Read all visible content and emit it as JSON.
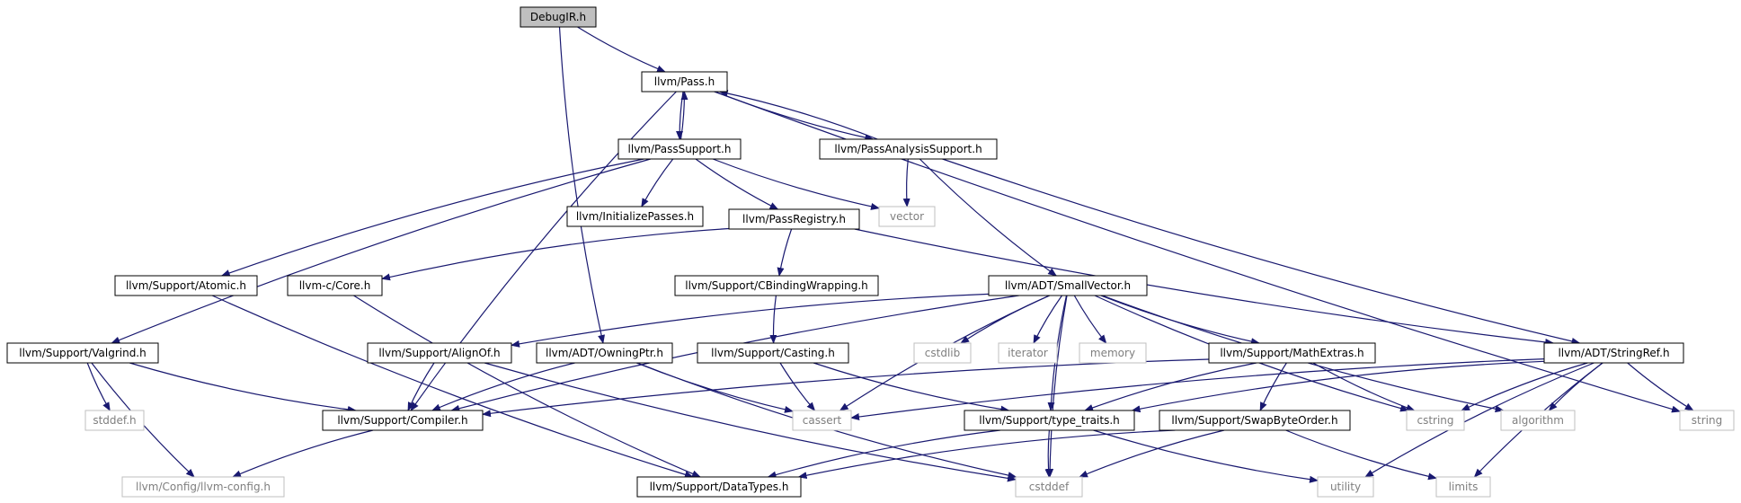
{
  "graph": {
    "edge_color": "#191970",
    "root_fill": "#bfbfbf",
    "node_stroke": "#000000",
    "external_stroke": "#bfbfbf",
    "external_text": "#7f7f7f",
    "nodes": [
      {
        "id": "debugir",
        "label": "DebugIR.h",
        "kind": "root"
      },
      {
        "id": "pass",
        "label": "llvm/Pass.h",
        "kind": "local"
      },
      {
        "id": "passsupport",
        "label": "llvm/PassSupport.h",
        "kind": "local"
      },
      {
        "id": "passanalysis",
        "label": "llvm/PassAnalysisSupport.h",
        "kind": "local"
      },
      {
        "id": "initpasses",
        "label": "llvm/InitializePasses.h",
        "kind": "local"
      },
      {
        "id": "vector",
        "label": "vector",
        "kind": "external"
      },
      {
        "id": "passregistry",
        "label": "llvm/PassRegistry.h",
        "kind": "local"
      },
      {
        "id": "atomic",
        "label": "llvm/Support/Atomic.h",
        "kind": "local"
      },
      {
        "id": "ccore",
        "label": "llvm-c/Core.h",
        "kind": "local"
      },
      {
        "id": "cbinding",
        "label": "llvm/Support/CBindingWrapping.h",
        "kind": "local"
      },
      {
        "id": "smallvector",
        "label": "llvm/ADT/SmallVector.h",
        "kind": "local"
      },
      {
        "id": "valgrind",
        "label": "llvm/Support/Valgrind.h",
        "kind": "local"
      },
      {
        "id": "alignof",
        "label": "llvm/Support/AlignOf.h",
        "kind": "local"
      },
      {
        "id": "owningptr",
        "label": "llvm/ADT/OwningPtr.h",
        "kind": "local"
      },
      {
        "id": "casting",
        "label": "llvm/Support/Casting.h",
        "kind": "local"
      },
      {
        "id": "cstdlib",
        "label": "cstdlib",
        "kind": "external"
      },
      {
        "id": "iterator",
        "label": "iterator",
        "kind": "external"
      },
      {
        "id": "memory",
        "label": "memory",
        "kind": "external"
      },
      {
        "id": "mathextras",
        "label": "llvm/Support/MathExtras.h",
        "kind": "local"
      },
      {
        "id": "stringref",
        "label": "llvm/ADT/StringRef.h",
        "kind": "local"
      },
      {
        "id": "stddef",
        "label": "stddef.h",
        "kind": "external"
      },
      {
        "id": "compiler",
        "label": "llvm/Support/Compiler.h",
        "kind": "local"
      },
      {
        "id": "cassert",
        "label": "cassert",
        "kind": "external"
      },
      {
        "id": "typetraits",
        "label": "llvm/Support/type_traits.h",
        "kind": "local"
      },
      {
        "id": "swapbyte",
        "label": "llvm/Support/SwapByteOrder.h",
        "kind": "local"
      },
      {
        "id": "cstring",
        "label": "cstring",
        "kind": "external"
      },
      {
        "id": "algorithm",
        "label": "algorithm",
        "kind": "external"
      },
      {
        "id": "string",
        "label": "string",
        "kind": "external"
      },
      {
        "id": "llvmconfig",
        "label": "llvm/Config/llvm-config.h",
        "kind": "external"
      },
      {
        "id": "datatypes",
        "label": "llvm/Support/DataTypes.h",
        "kind": "local"
      },
      {
        "id": "cstddef",
        "label": "cstddef",
        "kind": "external"
      },
      {
        "id": "utility",
        "label": "utility",
        "kind": "external"
      },
      {
        "id": "limits",
        "label": "limits",
        "kind": "external"
      }
    ],
    "edges": [
      [
        "debugir",
        "pass"
      ],
      [
        "debugir",
        "owningptr"
      ],
      [
        "pass",
        "passsupport"
      ],
      [
        "pass",
        "passanalysis"
      ],
      [
        "pass",
        "compiler"
      ],
      [
        "pass",
        "string"
      ],
      [
        "passsupport",
        "pass"
      ],
      [
        "passsupport",
        "initpasses"
      ],
      [
        "passsupport",
        "passregistry"
      ],
      [
        "passsupport",
        "vector"
      ],
      [
        "passsupport",
        "atomic"
      ],
      [
        "passsupport",
        "valgrind"
      ],
      [
        "passanalysis",
        "pass"
      ],
      [
        "passanalysis",
        "vector"
      ],
      [
        "passanalysis",
        "smallvector"
      ],
      [
        "passanalysis",
        "stringref"
      ],
      [
        "passregistry",
        "ccore"
      ],
      [
        "passregistry",
        "cbinding"
      ],
      [
        "passregistry",
        "stringref"
      ],
      [
        "atomic",
        "datatypes"
      ],
      [
        "ccore",
        "datatypes"
      ],
      [
        "cbinding",
        "casting"
      ],
      [
        "smallvector",
        "alignof"
      ],
      [
        "smallvector",
        "compiler"
      ],
      [
        "smallvector",
        "cassert"
      ],
      [
        "smallvector",
        "cstdlib"
      ],
      [
        "smallvector",
        "iterator"
      ],
      [
        "smallvector",
        "memory"
      ],
      [
        "smallvector",
        "mathextras"
      ],
      [
        "smallvector",
        "typetraits"
      ],
      [
        "smallvector",
        "cstring"
      ],
      [
        "smallvector",
        "cstddef"
      ],
      [
        "smallvector",
        "algorithm"
      ],
      [
        "valgrind",
        "stddef"
      ],
      [
        "valgrind",
        "compiler"
      ],
      [
        "valgrind",
        "llvmconfig"
      ],
      [
        "alignof",
        "compiler"
      ],
      [
        "alignof",
        "cstddef"
      ],
      [
        "owningptr",
        "compiler"
      ],
      [
        "owningptr",
        "cassert"
      ],
      [
        "owningptr",
        "cstddef"
      ],
      [
        "casting",
        "cassert"
      ],
      [
        "casting",
        "typetraits"
      ],
      [
        "mathextras",
        "compiler"
      ],
      [
        "mathextras",
        "typetraits"
      ],
      [
        "mathextras",
        "swapbyte"
      ],
      [
        "mathextras",
        "cstring"
      ],
      [
        "stringref",
        "cassert"
      ],
      [
        "stringref",
        "typetraits"
      ],
      [
        "stringref",
        "cstring"
      ],
      [
        "stringref",
        "algorithm"
      ],
      [
        "stringref",
        "string"
      ],
      [
        "stringref",
        "utility"
      ],
      [
        "stringref",
        "limits"
      ],
      [
        "compiler",
        "llvmconfig"
      ],
      [
        "typetraits",
        "datatypes"
      ],
      [
        "typetraits",
        "cstddef"
      ],
      [
        "typetraits",
        "utility"
      ],
      [
        "swapbyte",
        "datatypes"
      ],
      [
        "swapbyte",
        "cstddef"
      ],
      [
        "swapbyte",
        "limits"
      ]
    ]
  }
}
